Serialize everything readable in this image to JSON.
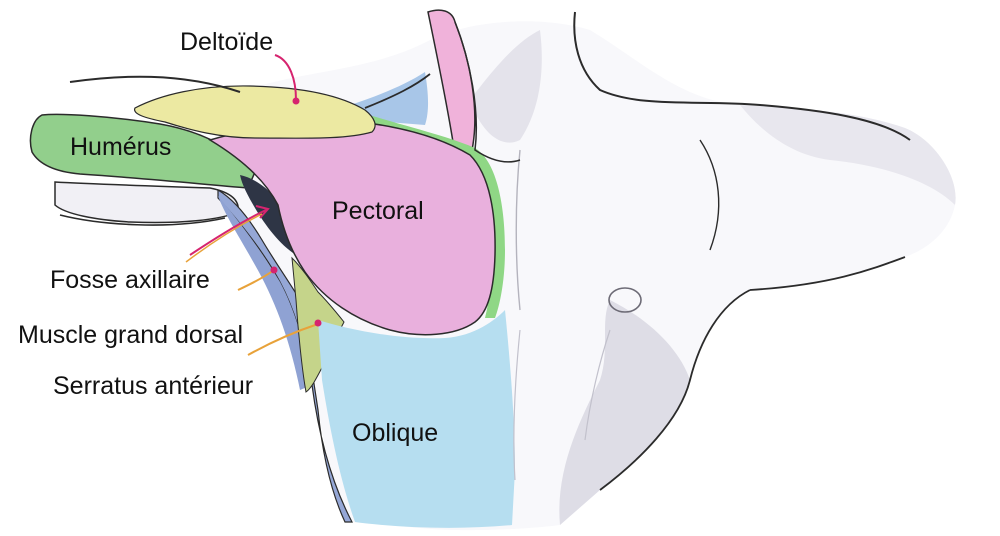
{
  "labels": {
    "deltoide": "Deltoïde",
    "humerus": "Humérus",
    "pectoral": "Pectoral",
    "fosse": "Fosse axillaire",
    "dorsal": "Muscle grand dorsal",
    "serratus": "Serratus antérieur",
    "oblique": "Oblique"
  },
  "colors": {
    "deltoide": "#ece9a2",
    "humerus": "#92cf8c",
    "pectoral": "#e9b0dd",
    "pectoral_edge": "#8fd785",
    "dorsal": "#95a7d6",
    "serratus": "#c5d48a",
    "oblique": "#b6def0",
    "neck": "#f0b2da",
    "skin": "#f8f8fb",
    "shade": "#dedde6",
    "outline": "#2b2b2b",
    "leader_pink": "#d6246f",
    "leader_orange": "#e8a23a"
  }
}
